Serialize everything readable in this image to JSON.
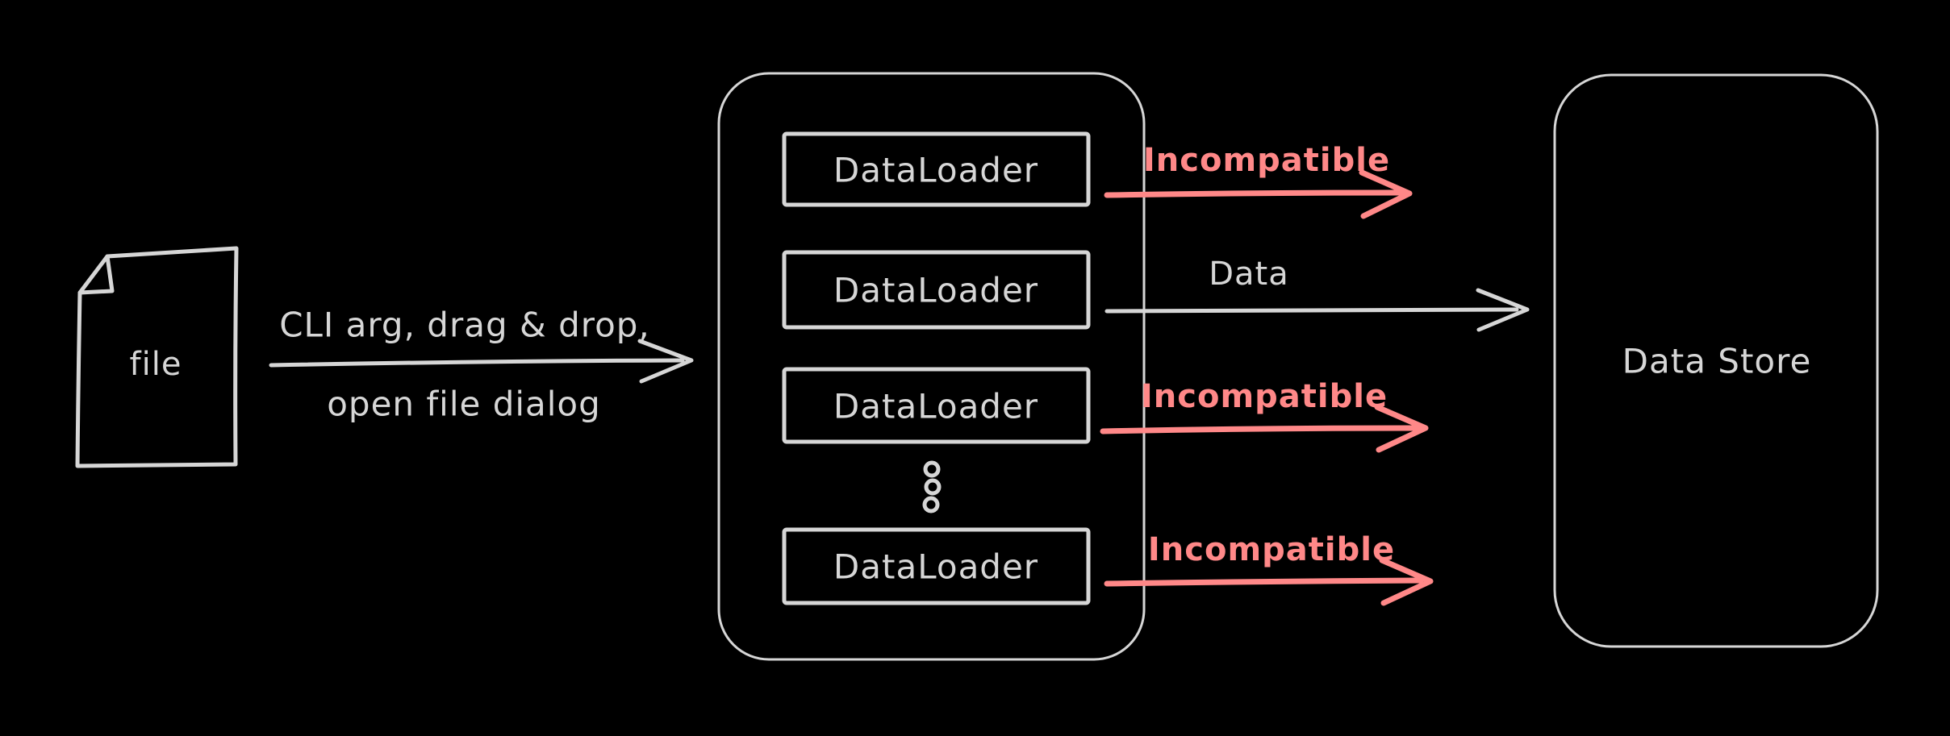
{
  "canvas": {
    "background_color": "#000000",
    "stroke_color": "#d6d6d6",
    "accent_red": "#ff8888"
  },
  "file_node": {
    "label": "file",
    "icon": "document-folded-corner-icon"
  },
  "transfer_arrow": {
    "label_line1": "CLI arg, drag & drop,",
    "label_line2": "open file dialog"
  },
  "loader_stack": {
    "boxes": [
      {
        "label": "DataLoader"
      },
      {
        "label": "DataLoader"
      },
      {
        "label": "DataLoader"
      },
      {
        "label": "DataLoader"
      }
    ],
    "ellipsis": "vertical-three-dots"
  },
  "outputs": [
    {
      "label": "Incompatible",
      "color": "#ff8888"
    },
    {
      "label": "Data",
      "color": "#d6d6d6"
    },
    {
      "label": "Incompatible",
      "color": "#ff8888"
    },
    {
      "label": "Incompatible",
      "color": "#ff8888"
    }
  ],
  "data_store": {
    "label": "Data Store"
  }
}
